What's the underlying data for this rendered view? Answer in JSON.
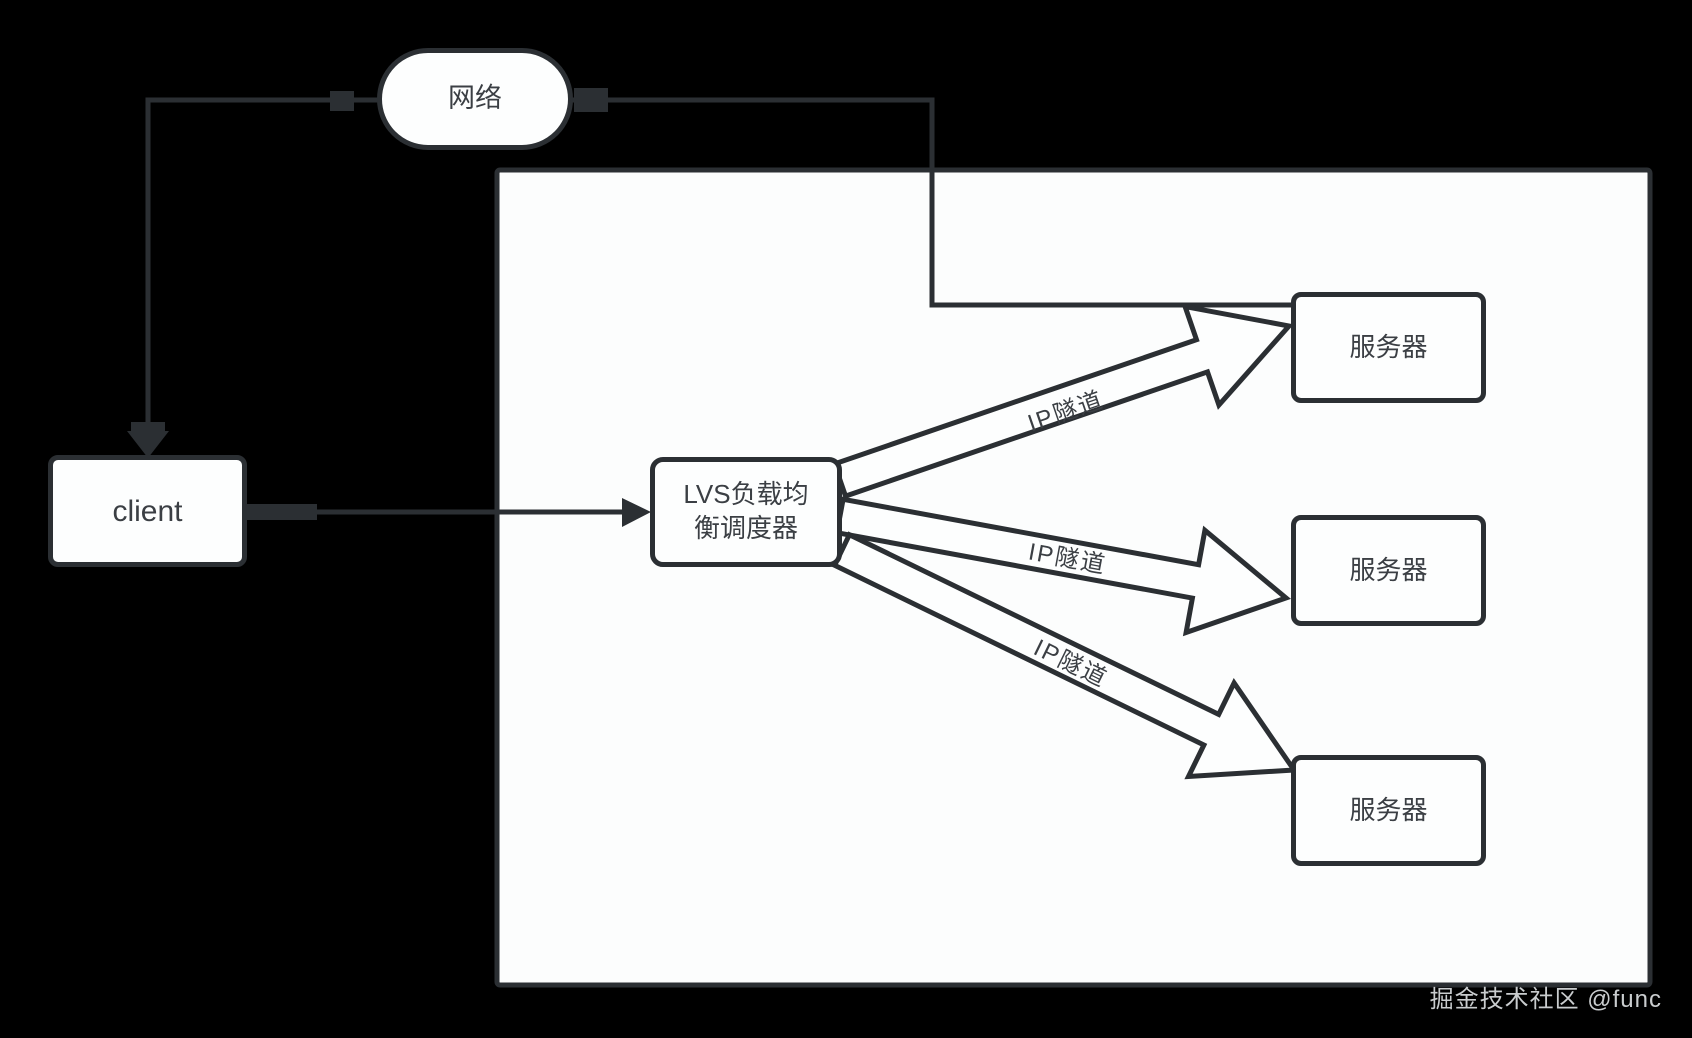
{
  "canvas": {
    "background_color": "#000000",
    "panel_fill": "#fcfdfd",
    "stroke_color": "#2b2f33",
    "text_color": "#3b3f44",
    "watermark_color": "#c9ccce"
  },
  "nodes": {
    "network": {
      "label": "网络"
    },
    "client": {
      "label": "client"
    },
    "lvs": {
      "label_line1": "LVS负载均",
      "label_line2": "衡调度器"
    },
    "servers": [
      {
        "label": "服务器"
      },
      {
        "label": "服务器"
      },
      {
        "label": "服务器"
      }
    ]
  },
  "edges": {
    "tunnels": [
      {
        "label": "IP隧道"
      },
      {
        "label": "IP隧道"
      },
      {
        "label": "IP隧道"
      }
    ]
  },
  "watermark": {
    "text": "掘金技术社区 @func"
  }
}
